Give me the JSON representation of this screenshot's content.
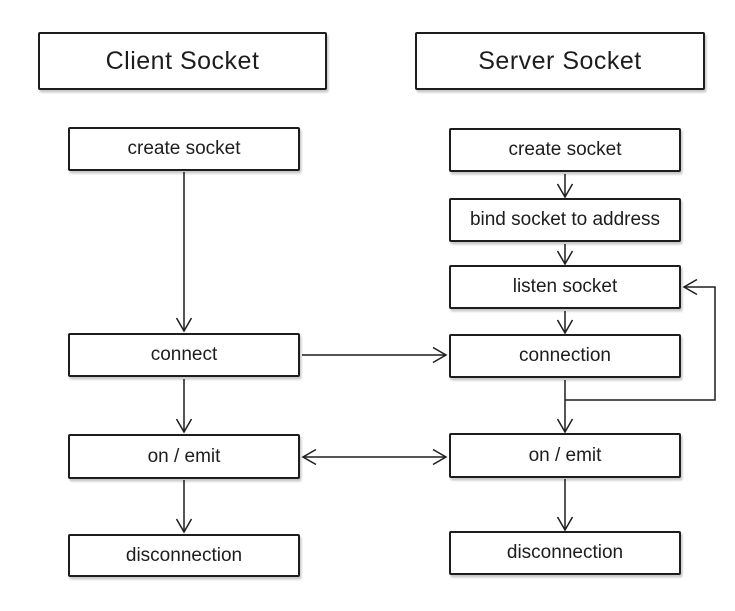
{
  "diagram": {
    "background_color": "#ffffff",
    "stroke_color": "#1d1d1d",
    "client": {
      "title": "Client Socket",
      "nodes": [
        {
          "id": "create_socket",
          "label": "create socket"
        },
        {
          "id": "connect",
          "label": "connect"
        },
        {
          "id": "on_emit",
          "label": "on / emit"
        },
        {
          "id": "disconnection",
          "label": "disconnection"
        }
      ]
    },
    "server": {
      "title": "Server Socket",
      "nodes": [
        {
          "id": "create_socket",
          "label": "create socket"
        },
        {
          "id": "bind_socket_to_address",
          "label": "bind socket to address"
        },
        {
          "id": "listen_socket",
          "label": "listen socket"
        },
        {
          "id": "connection",
          "label": "connection"
        },
        {
          "id": "on_emit",
          "label": "on / emit"
        },
        {
          "id": "disconnection",
          "label": "disconnection"
        }
      ]
    },
    "edges": [
      {
        "from": "client.create_socket",
        "to": "client.connect",
        "type": "arrow"
      },
      {
        "from": "client.connect",
        "to": "client.on_emit",
        "type": "arrow"
      },
      {
        "from": "client.on_emit",
        "to": "client.disconnection",
        "type": "arrow"
      },
      {
        "from": "server.create_socket",
        "to": "server.bind_socket_to_address",
        "type": "arrow"
      },
      {
        "from": "server.bind_socket_to_address",
        "to": "server.listen_socket",
        "type": "arrow"
      },
      {
        "from": "server.listen_socket",
        "to": "server.connection",
        "type": "arrow"
      },
      {
        "from": "server.connection",
        "to": "server.on_emit",
        "type": "arrow"
      },
      {
        "from": "server.on_emit",
        "to": "server.disconnection",
        "type": "arrow"
      },
      {
        "from": "client.connect",
        "to": "server.connection",
        "type": "arrow"
      },
      {
        "from": "client.on_emit",
        "to": "server.on_emit",
        "type": "double-arrow"
      },
      {
        "from": "server.connection",
        "to": "server.listen_socket",
        "type": "loopback-arrow"
      }
    ]
  }
}
